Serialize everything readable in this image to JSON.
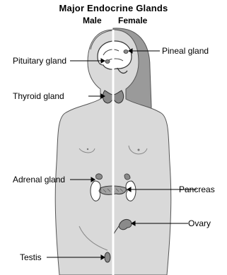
{
  "title": "Major Endocrine Glands",
  "columns": {
    "left": "Male",
    "right": "Female"
  },
  "labels": {
    "pituitary": "Pituitary gland",
    "pineal": "Pineal gland",
    "thyroid": "Thyroid gland",
    "adrenal": "Adrenal gland",
    "pancreas": "Pancreas",
    "ovary": "Ovary",
    "testis": "Testis"
  },
  "colors": {
    "body_fill": "#d9d9d9",
    "hair_fill": "#9a9a9a",
    "gland_fill": "#8a8a8a",
    "outline": "#555555",
    "midline": "#ffffff"
  }
}
